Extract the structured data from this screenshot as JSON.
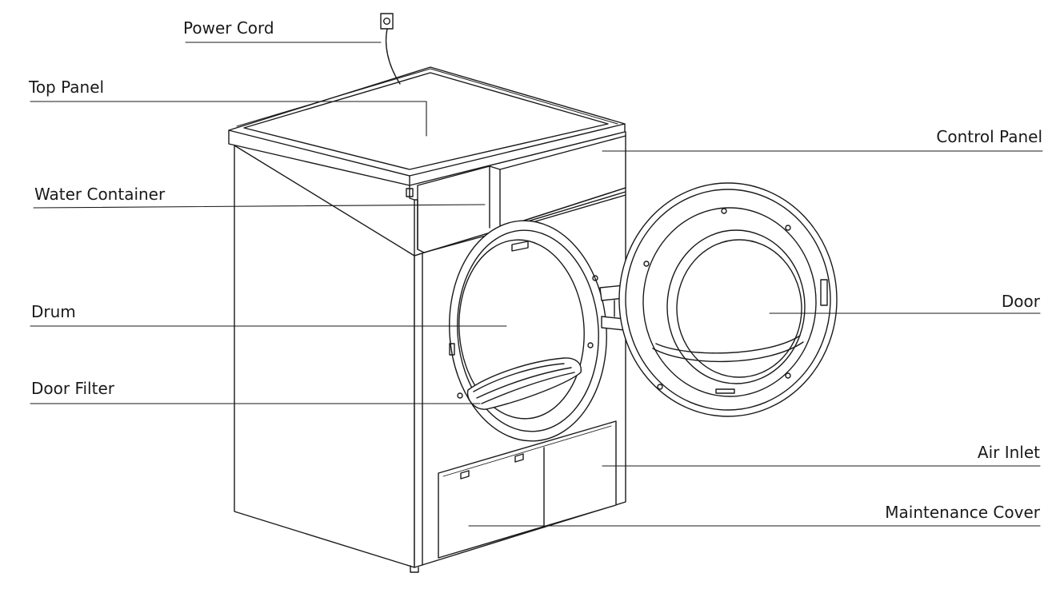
{
  "labels": {
    "power_cord": "Power Cord",
    "top_panel": "Top Panel",
    "control_panel": "Control Panel",
    "water_container": "Water Container",
    "drum": "Drum",
    "door": "Door",
    "door_filter": "Door Filter",
    "air_inlet": "Air Inlet",
    "maintenance_cover": "Maintenance Cover"
  },
  "colors": {
    "line": "#1a1a1a",
    "background": "#ffffff"
  }
}
